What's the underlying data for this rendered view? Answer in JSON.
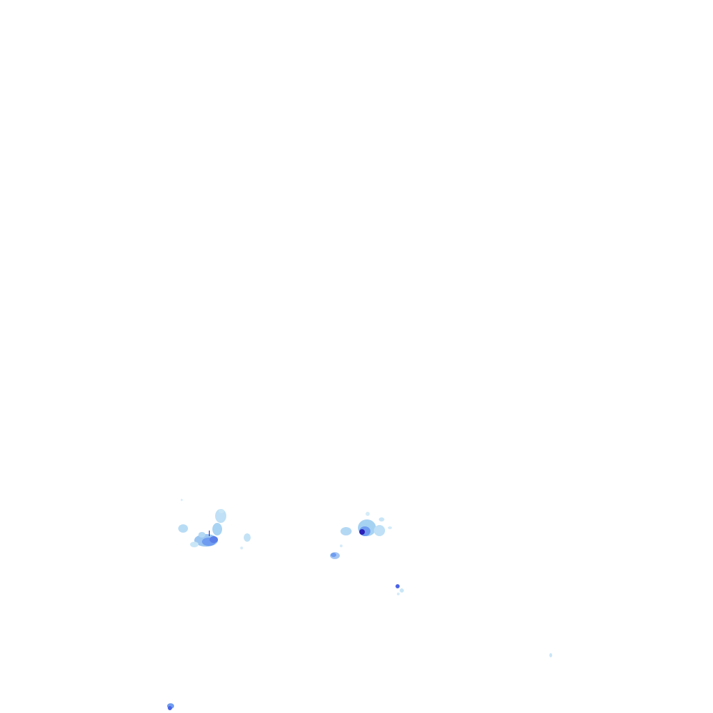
{
  "layer": {
    "type": "precipitation-radar-overlay",
    "background": "#ffffff",
    "palette": {
      "very_light": "#c9e6f7",
      "light": "#a6d2f2",
      "medium": "#6f9cf0",
      "strong": "#4a63e6",
      "heavy": "#2a1fb8"
    }
  },
  "echoes": [
    {
      "id": "cluster-west",
      "intensity_peak": "strong"
    },
    {
      "id": "cluster-central",
      "intensity_peak": "heavy"
    },
    {
      "id": "cell-central-south",
      "intensity_peak": "medium"
    },
    {
      "id": "cell-southeast",
      "intensity_peak": "strong"
    },
    {
      "id": "speck-east",
      "intensity_peak": "very_light"
    },
    {
      "id": "cell-bottom-left",
      "intensity_peak": "strong"
    }
  ]
}
